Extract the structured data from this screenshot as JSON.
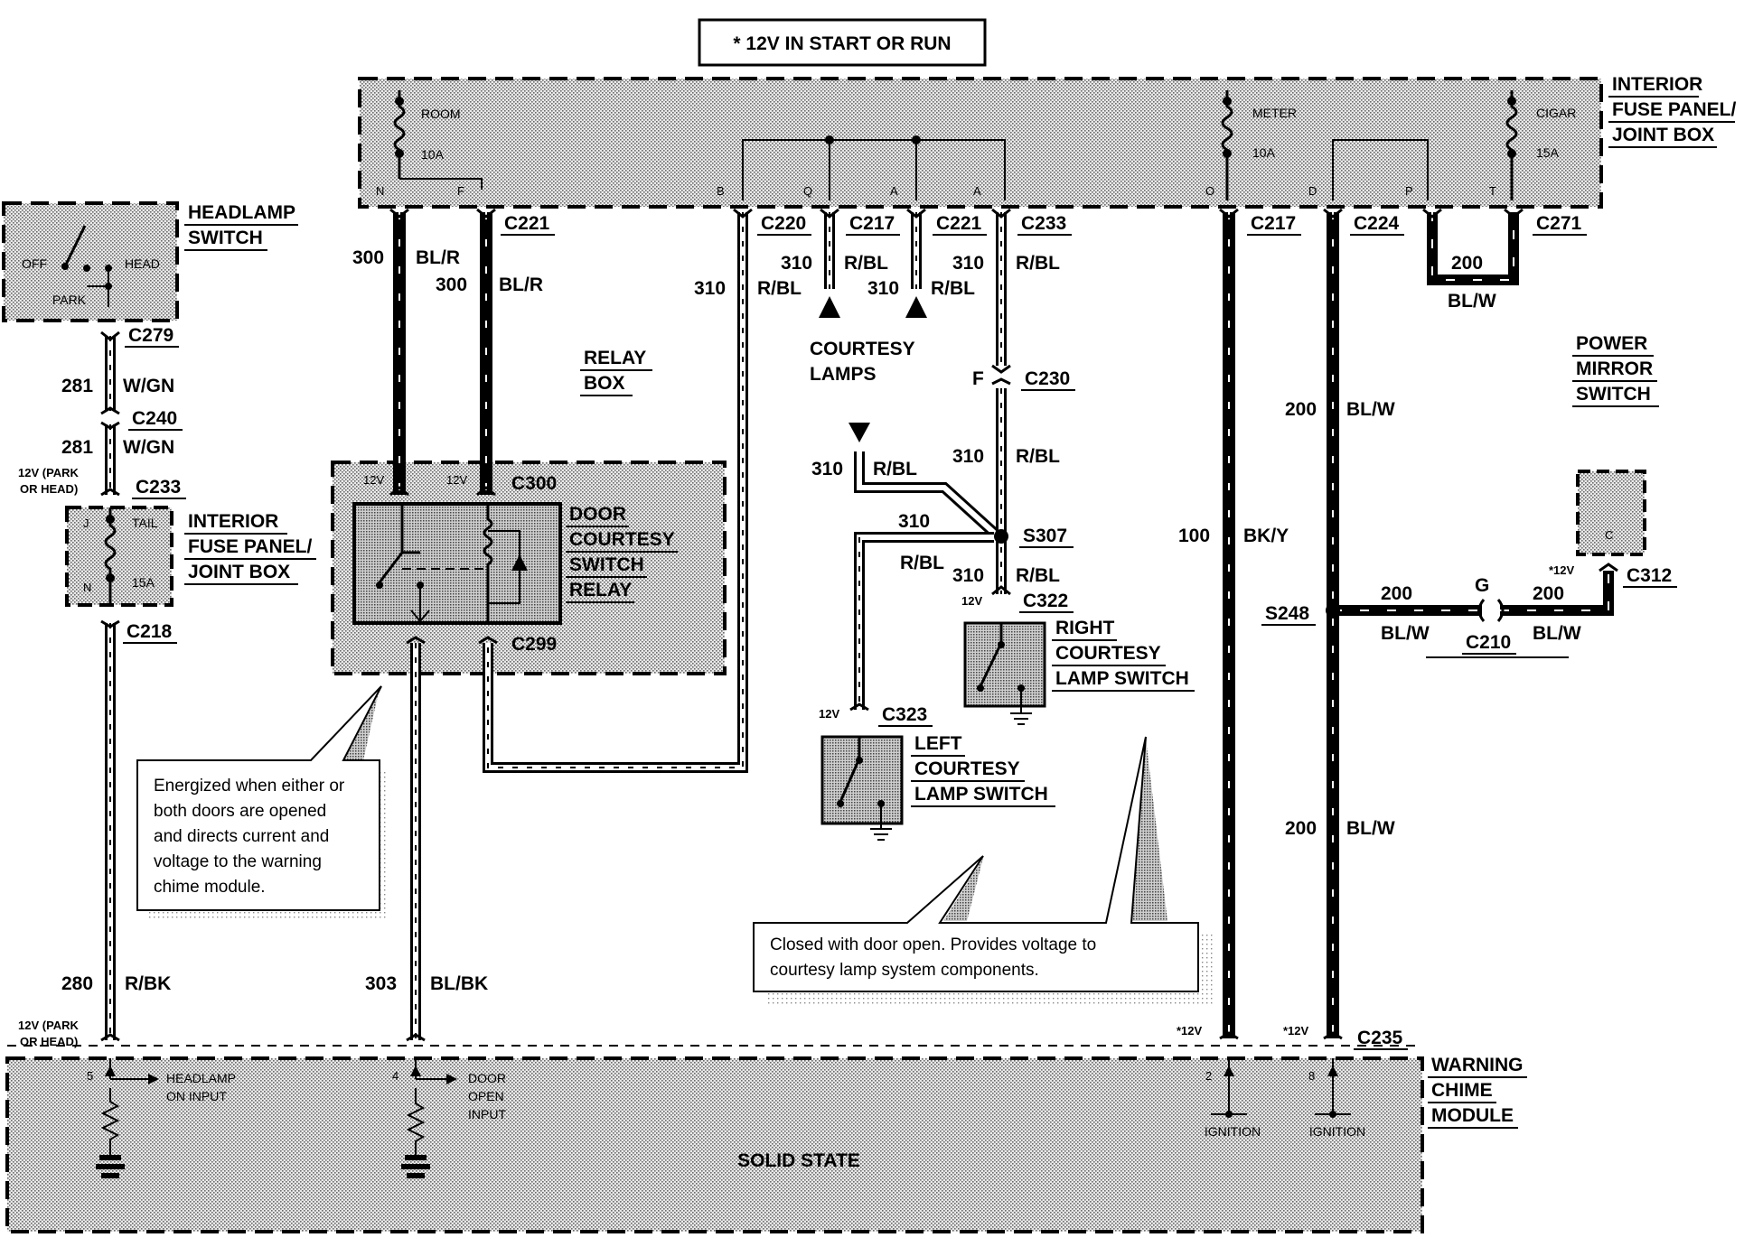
{
  "header_note": "* 12V IN START OR RUN",
  "interior_fuse_panel": {
    "title": [
      "INTERIOR",
      "FUSE PANEL/",
      "JOINT BOX"
    ],
    "fuse_room": [
      "ROOM",
      "10A"
    ],
    "fuse_meter": [
      "METER",
      "10A"
    ],
    "fuse_cigar": [
      "CIGAR",
      "15A"
    ],
    "pins": [
      "N",
      "F",
      "B",
      "Q",
      "A",
      "A",
      "O",
      "D",
      "P",
      "T"
    ]
  },
  "headlamp_switch": {
    "title": [
      "HEADLAMP",
      "SWITCH"
    ],
    "positions": [
      "OFF",
      "HEAD",
      "PARK"
    ]
  },
  "left_fuse_panel": {
    "title": [
      "INTERIOR",
      "FUSE PANEL/",
      "JOINT BOX"
    ],
    "fuse": [
      "TAIL",
      "15A"
    ],
    "pins": [
      "J",
      "N"
    ]
  },
  "relay_box": {
    "title": [
      "RELAY",
      "BOX"
    ],
    "relay_title": [
      "DOOR",
      "COURTESY",
      "SWITCH",
      "RELAY"
    ],
    "volt_left": "12V",
    "volt_right": "12V"
  },
  "courtesy_lamps": [
    "COURTESY",
    "LAMPS"
  ],
  "right_lamp_switch": [
    "RIGHT",
    "COURTESY",
    "LAMP SWITCH"
  ],
  "left_lamp_switch": [
    "LEFT",
    "COURTESY",
    "LAMP SWITCH"
  ],
  "power_mirror_switch": {
    "title": [
      "POWER",
      "MIRROR",
      "SWITCH"
    ],
    "pin": "C"
  },
  "warning_chime_module": {
    "title": [
      "WARNING",
      "CHIME",
      "MODULE"
    ],
    "center_label": "SOLID STATE",
    "pins": [
      "5",
      "4",
      "2",
      "8"
    ],
    "headlamp_input": [
      "HEADLAMP",
      "ON INPUT"
    ],
    "door_input": [
      "DOOR",
      "OPEN",
      "INPUT"
    ],
    "ignition": "IGNITION"
  },
  "connectors": [
    "C221",
    "C220",
    "C217",
    "C221",
    "C233",
    "C217",
    "C224",
    "C271",
    "C279",
    "C240",
    "C233",
    "C218",
    "C230",
    "C300",
    "C299",
    "C322",
    "C323",
    "C312",
    "C210",
    "C235"
  ],
  "splices": [
    "S307",
    "S248"
  ],
  "g_label": "G",
  "wires": {
    "c300": "300",
    "blr": "BL/R",
    "c281": "281",
    "wgn": "W/GN",
    "c310": "310",
    "rbl": "R/BL",
    "c200": "200",
    "blw": "BL/W",
    "c100": "100",
    "bky": "BK/Y",
    "c280": "280",
    "rbk": "R/BK",
    "c303": "303",
    "blbk": "BL/BK"
  },
  "volt_labels": {
    "park_head": [
      "12V (PARK",
      "OR HEAD)"
    ],
    "v12": "12V",
    "star12": "*12V",
    "f_pin": "F"
  },
  "callout_relay": [
    "Energized when either or",
    "both doors are opened",
    "and directs current and",
    "voltage to the warning",
    "chime module."
  ],
  "callout_switch": [
    "Closed with door open. Provides voltage to",
    "courtesy lamp system components."
  ]
}
